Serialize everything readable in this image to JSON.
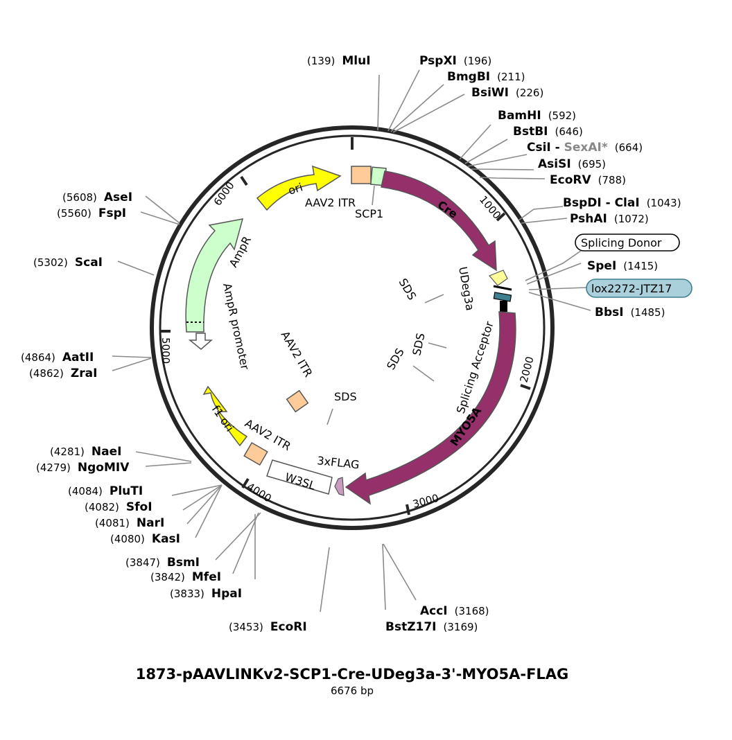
{
  "title": "1873-pAAVLINKv2-SCP1-Cre-UDeg3a-3'-MYO5A-FLAG",
  "length_label": "6676 bp",
  "ticks": [
    "1000",
    "2000",
    "3000",
    "4000",
    "5000",
    "6000"
  ],
  "features": {
    "ori": "ori",
    "aav2_itr_top": "AAV2 ITR",
    "scp1": "SCP1",
    "cre": "Cre",
    "udeg3a": "UDeg3a",
    "sds_1": "SDS",
    "sds_2": "SDS",
    "sds_3": "SDS",
    "sds_4": "SDS",
    "splicing_acceptor": "Splicing Acceptor",
    "myo5a": "MYO5A",
    "flag": "3xFLAG",
    "w3sl": "W3SL",
    "aav2_itr_bottom": "AAV2 ITR",
    "aav2_itr_inner": "AAV2 ITR",
    "f1_ori": "f1 ori",
    "ampr_promoter": "AmpR promoter",
    "ampr": "AmpR"
  },
  "boxed_labels": {
    "splicing_donor": "Splicing Donor",
    "lox": "lox2272-JTZ17"
  },
  "sites": {
    "mlui": {
      "name": "MluI",
      "pos": "(139)"
    },
    "pspxi": {
      "name": "PspXI",
      "pos": "(196)"
    },
    "bmgbi": {
      "name": "BmgBI",
      "pos": "(211)"
    },
    "bsiwi": {
      "name": "BsiWI",
      "pos": "(226)"
    },
    "bamhi": {
      "name": "BamHI",
      "pos": "(592)"
    },
    "bstbi": {
      "name": "BstBI",
      "pos": "(646)"
    },
    "csii": {
      "name": "CsiI",
      "sep": " - ",
      "extra": "SexAI*",
      "pos": "(664)"
    },
    "asisi": {
      "name": "AsiSI",
      "pos": "(695)"
    },
    "ecorv": {
      "name": "EcoRV",
      "pos": "(788)"
    },
    "bspdi": {
      "name": "BspDI - ClaI",
      "pos": "(1043)"
    },
    "pshai": {
      "name": "PshAI",
      "pos": "(1072)"
    },
    "spei": {
      "name": "SpeI",
      "pos": "(1415)"
    },
    "bbsi": {
      "name": "BbsI",
      "pos": "(1485)"
    },
    "acci": {
      "name": "AccI",
      "pos": "(3168)"
    },
    "bstz17i": {
      "name": "BstZ17I",
      "pos": "(3169)"
    },
    "ecori": {
      "name": "EcoRI",
      "pos": "(3453)"
    },
    "bsmi": {
      "name": "BsmI",
      "pos": "(3847)"
    },
    "mfei": {
      "name": "MfeI",
      "pos": "(3842)"
    },
    "hpai": {
      "name": "HpaI",
      "pos": "(3833)"
    },
    "pluti": {
      "name": "PluTI",
      "pos": "(4084)"
    },
    "sfoi": {
      "name": "SfoI",
      "pos": "(4082)"
    },
    "nari": {
      "name": "NarI",
      "pos": "(4081)"
    },
    "kasi": {
      "name": "KasI",
      "pos": "(4080)"
    },
    "naei": {
      "name": "NaeI",
      "pos": "(4281)"
    },
    "ngomiv": {
      "name": "NgoMIV",
      "pos": "(4279)"
    },
    "aatii": {
      "name": "AatII",
      "pos": "(4864)"
    },
    "zrai": {
      "name": "ZraI",
      "pos": "(4862)"
    },
    "scai": {
      "name": "ScaI",
      "pos": "(5302)"
    },
    "asei": {
      "name": "AseI",
      "pos": "(5608)"
    },
    "fspi": {
      "name": "FspI",
      "pos": "(5560)"
    }
  },
  "colors": {
    "backbone": "#262626",
    "cre_myo5a": "#96306a",
    "ori": "#ffff00",
    "ampr": "#ccffcc",
    "itr": "#ffcc99",
    "sv_label": "#888888",
    "lox_box": "#a9d0db",
    "lox_marker": "#3e7f90",
    "splicing_donor": "#ffff99",
    "flag": "#c99bc0",
    "leader": "#8a8a8a"
  }
}
